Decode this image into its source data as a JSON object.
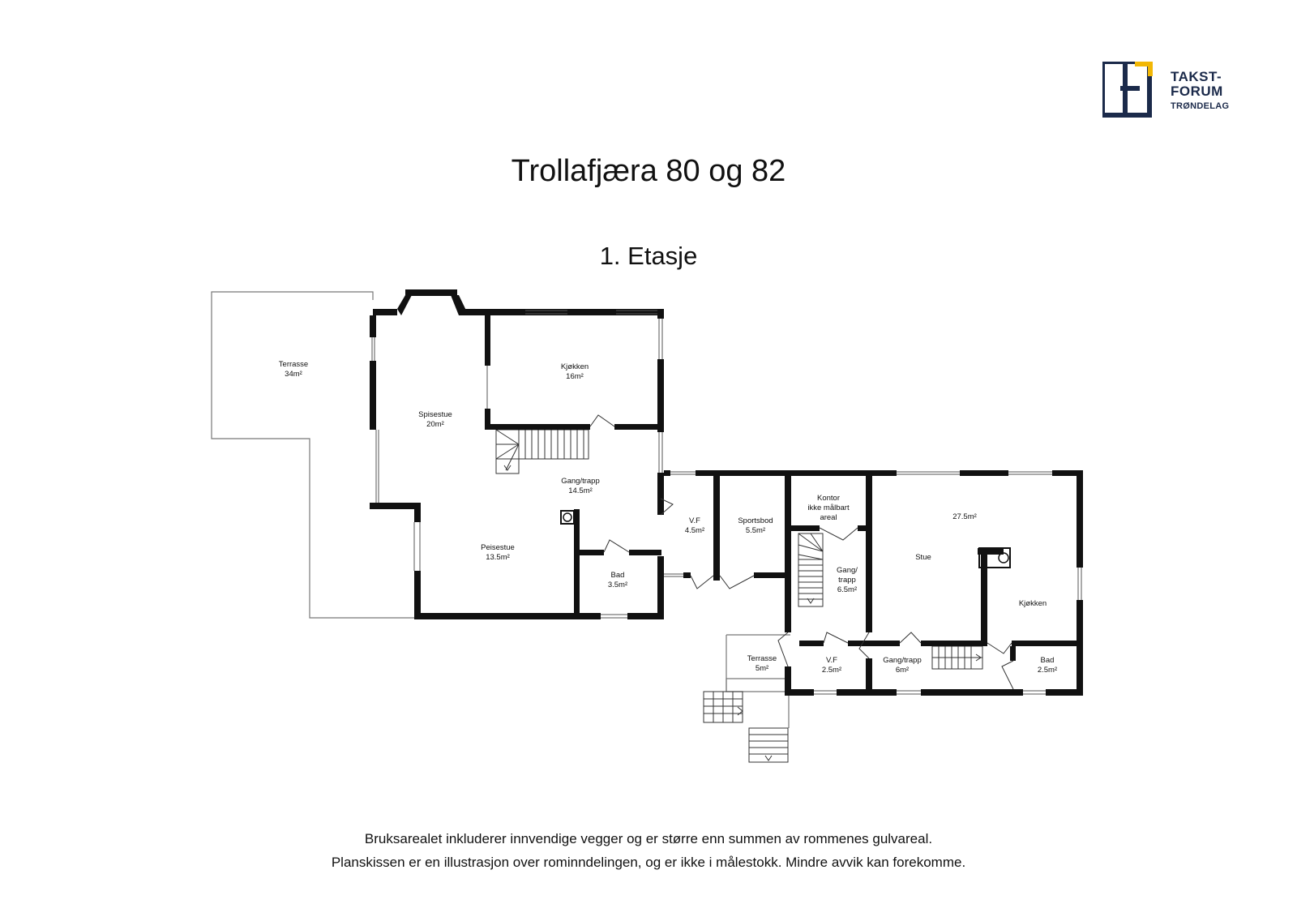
{
  "logo": {
    "line1": "TAKST-",
    "line2": "FORUM",
    "line3": "TRØNDELAG",
    "colors": {
      "navy": "#1b2a4a",
      "gold": "#f2b705"
    }
  },
  "header": {
    "title": "Trollafjæra 80 og 82",
    "floor": "1. Etasje"
  },
  "rooms": {
    "terrasse_large": {
      "name": "Terrasse",
      "area": "34m²"
    },
    "spisestue": {
      "name": "Spisestue",
      "area": "20m²"
    },
    "kjokken_80": {
      "name": "Kjøkken",
      "area": "16m²"
    },
    "gang_trapp_80": {
      "name": "Gang/trapp",
      "area": "14.5m²"
    },
    "peisestue": {
      "name": "Peisestue",
      "area": "13.5m²"
    },
    "bad_80": {
      "name": "Bad",
      "area": "3.5m²"
    },
    "vf_80": {
      "name": "V.F",
      "area": "4.5m²"
    },
    "sportsbod": {
      "name": "Sportsbod",
      "area": "5.5m²"
    },
    "kontor": {
      "name": "Kontor",
      "note1": "ikke målbart",
      "note2": "areal"
    },
    "gang_trapp_mid": {
      "name1": "Gang/",
      "name2": "trapp",
      "area": "6.5m²"
    },
    "terrasse_small": {
      "name": "Terrasse",
      "area": "5m²"
    },
    "vf_82": {
      "name": "V.F",
      "area": "2.5m²"
    },
    "gang_trapp_82": {
      "name": "Gang/trapp",
      "area": "6m²"
    },
    "stue": {
      "name": "Stue",
      "area": "27.5m²"
    },
    "kjokken_82": {
      "name": "Kjøkken"
    },
    "bad_82": {
      "name": "Bad",
      "area": "2.5m²"
    }
  },
  "footer": {
    "line1": "Bruksarealet inkluderer innvendige vegger og er større enn summen av rommenes gulvareal.",
    "line2": "Planskissen er en illustrasjon over rominndelingen, og er ikke i målestokk. Mindre avvik kan forekomme."
  }
}
